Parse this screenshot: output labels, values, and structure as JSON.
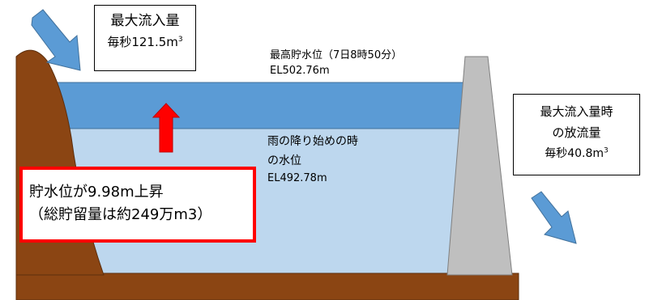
{
  "inflow_box": {
    "line1": "最大流入量",
    "line2_prefix": "毎秒121.5m",
    "sup": "3"
  },
  "max_level": {
    "label": "最高貯水位（7日8時50分）",
    "elevation": "EL502.76m"
  },
  "initial_level": {
    "line1": "雨の降り始めの時",
    "line2": "の水位",
    "elevation": "EL492.78m"
  },
  "outflow_box": {
    "line1": "最大流入量時",
    "line2": "の放流量",
    "line3_prefix": "毎秒40.8m",
    "sup": "3"
  },
  "rise_box": {
    "line1": "貯水位が9.98m上昇",
    "line2": "（総貯留量は約249万m3）"
  },
  "colors": {
    "upper_water": "#5b9bd5",
    "lower_water": "#bdd7ee",
    "ground": "#8b4513",
    "dam": "#bfbfbf",
    "up_arrow": "#ff0000",
    "flow_arrow": "#5b9bd5",
    "highlight_border": "#ff0000"
  }
}
